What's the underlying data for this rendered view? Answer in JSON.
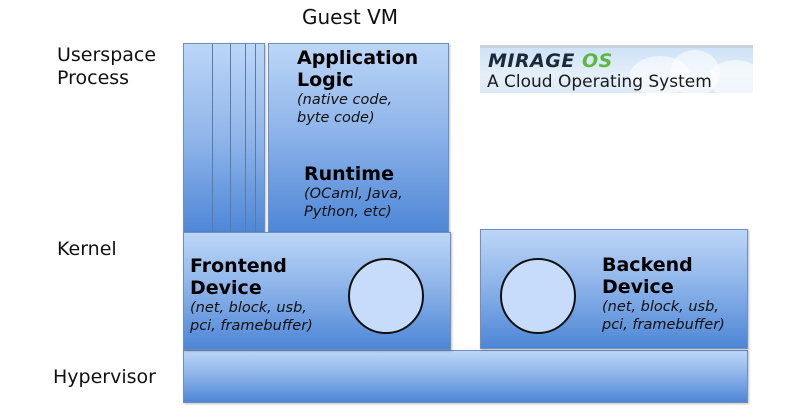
{
  "diagram": {
    "heading": "Guest VM",
    "layer_labels": {
      "userspace": [
        "Userspace",
        "Process"
      ],
      "kernel": "Kernel",
      "hypervisor": "Hypervisor"
    },
    "application": {
      "title_lines": [
        "Application",
        "Logic"
      ],
      "detail_lines": [
        "(native code,",
        "byte code)"
      ],
      "detail_italic": [
        "native code",
        "byte code"
      ]
    },
    "runtime": {
      "title": "Runtime",
      "detail_lines": [
        "(OCaml, Java,",
        "Python, etc)"
      ]
    },
    "frontend": {
      "title_lines": [
        "Frontend",
        "Device"
      ],
      "detail_lines": [
        "(net, block, usb,",
        "pci, framebuffer)"
      ]
    },
    "backend": {
      "title_lines": [
        "Backend",
        "Device"
      ],
      "detail_lines": [
        "(net, block, usb,",
        "pci, framebuffer)"
      ]
    },
    "stacked_process_count": 5
  },
  "logo": {
    "brand": "MIRAGE",
    "brand_suffix": "OS",
    "tagline": "A Cloud Operating System",
    "colors": {
      "brand": "#1b2a3a",
      "suffix": "#5cb83c"
    }
  }
}
